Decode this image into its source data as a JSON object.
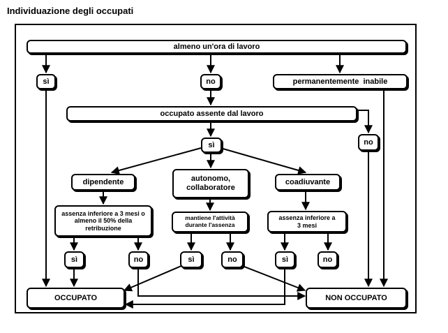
{
  "title": "Individuazione degli occupati",
  "nodes": {
    "almeno_ora": "almeno un'ora di lavoro",
    "si_top": "sì",
    "no_top": "no",
    "perm_inabile": "permanentemente  inabile",
    "occ_assente": "occupato assente dal lavoro",
    "si_mid": "sì",
    "no_right": "no",
    "dipendente": "dipendente",
    "autonomo": "autonomo, collaboratore",
    "coadiuvante": "coadiuvante",
    "assenza_dip": "assenza inferiore a 3 mesi o almeno il 50% della retribuzione",
    "mantiene": "mantiene l'attività durante l'assenza",
    "assenza_coad": "assenza inferiore a 3 mesi",
    "si_dip": "sì",
    "no_dip": "no",
    "si_aut": "sì",
    "no_aut": "no",
    "si_coad": "sì",
    "no_coad": "no",
    "occupato": "OCCUPATO",
    "non_occupato": "NON OCCUPATO"
  }
}
